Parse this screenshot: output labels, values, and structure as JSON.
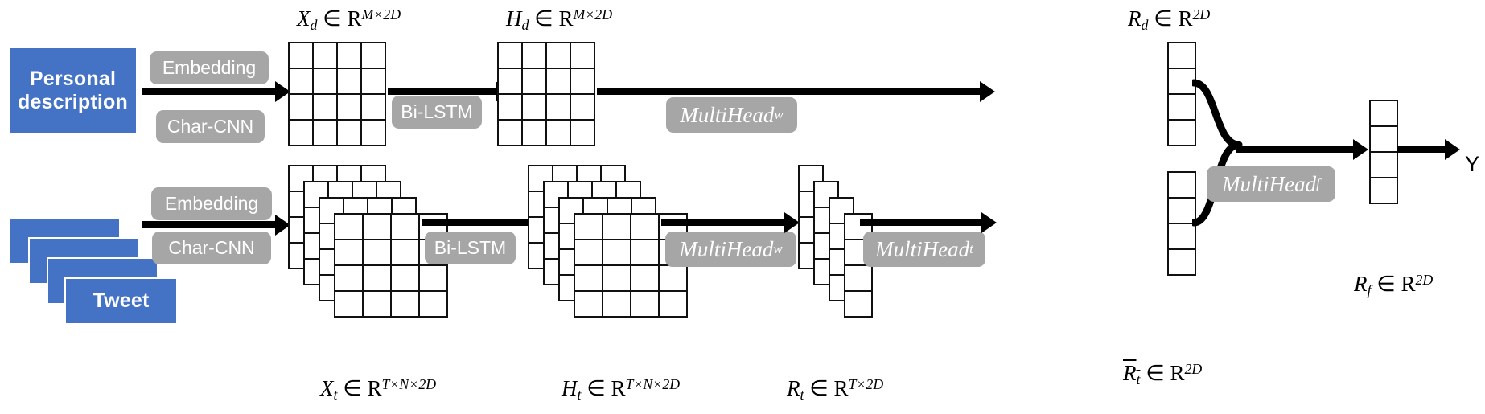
{
  "diagram": {
    "title": "Two-branch multi-head attention architecture",
    "colors": {
      "input_blue": "#4472C4",
      "process_grey": "#A6A6A6",
      "stroke": "#000000"
    },
    "inputs": [
      {
        "id": "personal-description",
        "line1": "Personal",
        "line2": "description"
      },
      {
        "id": "tweet",
        "line1": "Tweet",
        "line2": ""
      }
    ],
    "encoders": {
      "embedding": "Embedding",
      "char_cnn": "Char-CNN",
      "bilstm": "Bi-LSTM"
    },
    "attention": {
      "word_desc": "MultiHead",
      "word_desc_sub": "w",
      "word_tweet": "MultiHead",
      "word_tweet_sub": "w",
      "tweet_level": "MultiHead",
      "tweet_level_sub": "t",
      "fusion": "MultiHead",
      "fusion_sub": "f"
    },
    "tensors": {
      "x_d": {
        "symbol": "X",
        "sub": "d",
        "space": "R",
        "dims": "M×2D"
      },
      "h_d": {
        "symbol": "H",
        "sub": "d",
        "space": "R",
        "dims": "M×2D"
      },
      "r_d": {
        "symbol": "R",
        "sub": "d",
        "space": "R",
        "dims": "2D"
      },
      "x_t": {
        "symbol": "X",
        "sub": "t",
        "space": "R",
        "dims": "T×N×2D"
      },
      "h_t": {
        "symbol": "H",
        "sub": "t",
        "space": "R",
        "dims": "T×N×2D"
      },
      "r_t": {
        "symbol": "R",
        "sub": "t",
        "space": "R",
        "dims": "T×2D"
      },
      "r_t_bar": {
        "symbol": "R",
        "sub": "t",
        "space": "R",
        "dims": "2D",
        "overline": true
      },
      "r_f": {
        "symbol": "R",
        "sub": "f",
        "space": "R",
        "dims": "2D"
      }
    },
    "output": {
      "label": "Y"
    },
    "membership": "∈",
    "matrices": {
      "x_d_grid": {
        "rows": 4,
        "cols": 4
      },
      "h_d_grid": {
        "rows": 4,
        "cols": 4
      },
      "r_d_col": {
        "rows": 4,
        "cols": 1
      },
      "r_t_col": {
        "rows": 4,
        "cols": 1
      },
      "r_f_col": {
        "rows": 4,
        "cols": 1
      },
      "x_t_stack": {
        "layers": 4,
        "rows": 4,
        "cols": 4
      },
      "h_t_stack": {
        "layers": 4,
        "rows": 4,
        "cols": 4
      },
      "r_t_stack": {
        "layers": 4,
        "rows": 4,
        "cols": 1
      }
    }
  }
}
